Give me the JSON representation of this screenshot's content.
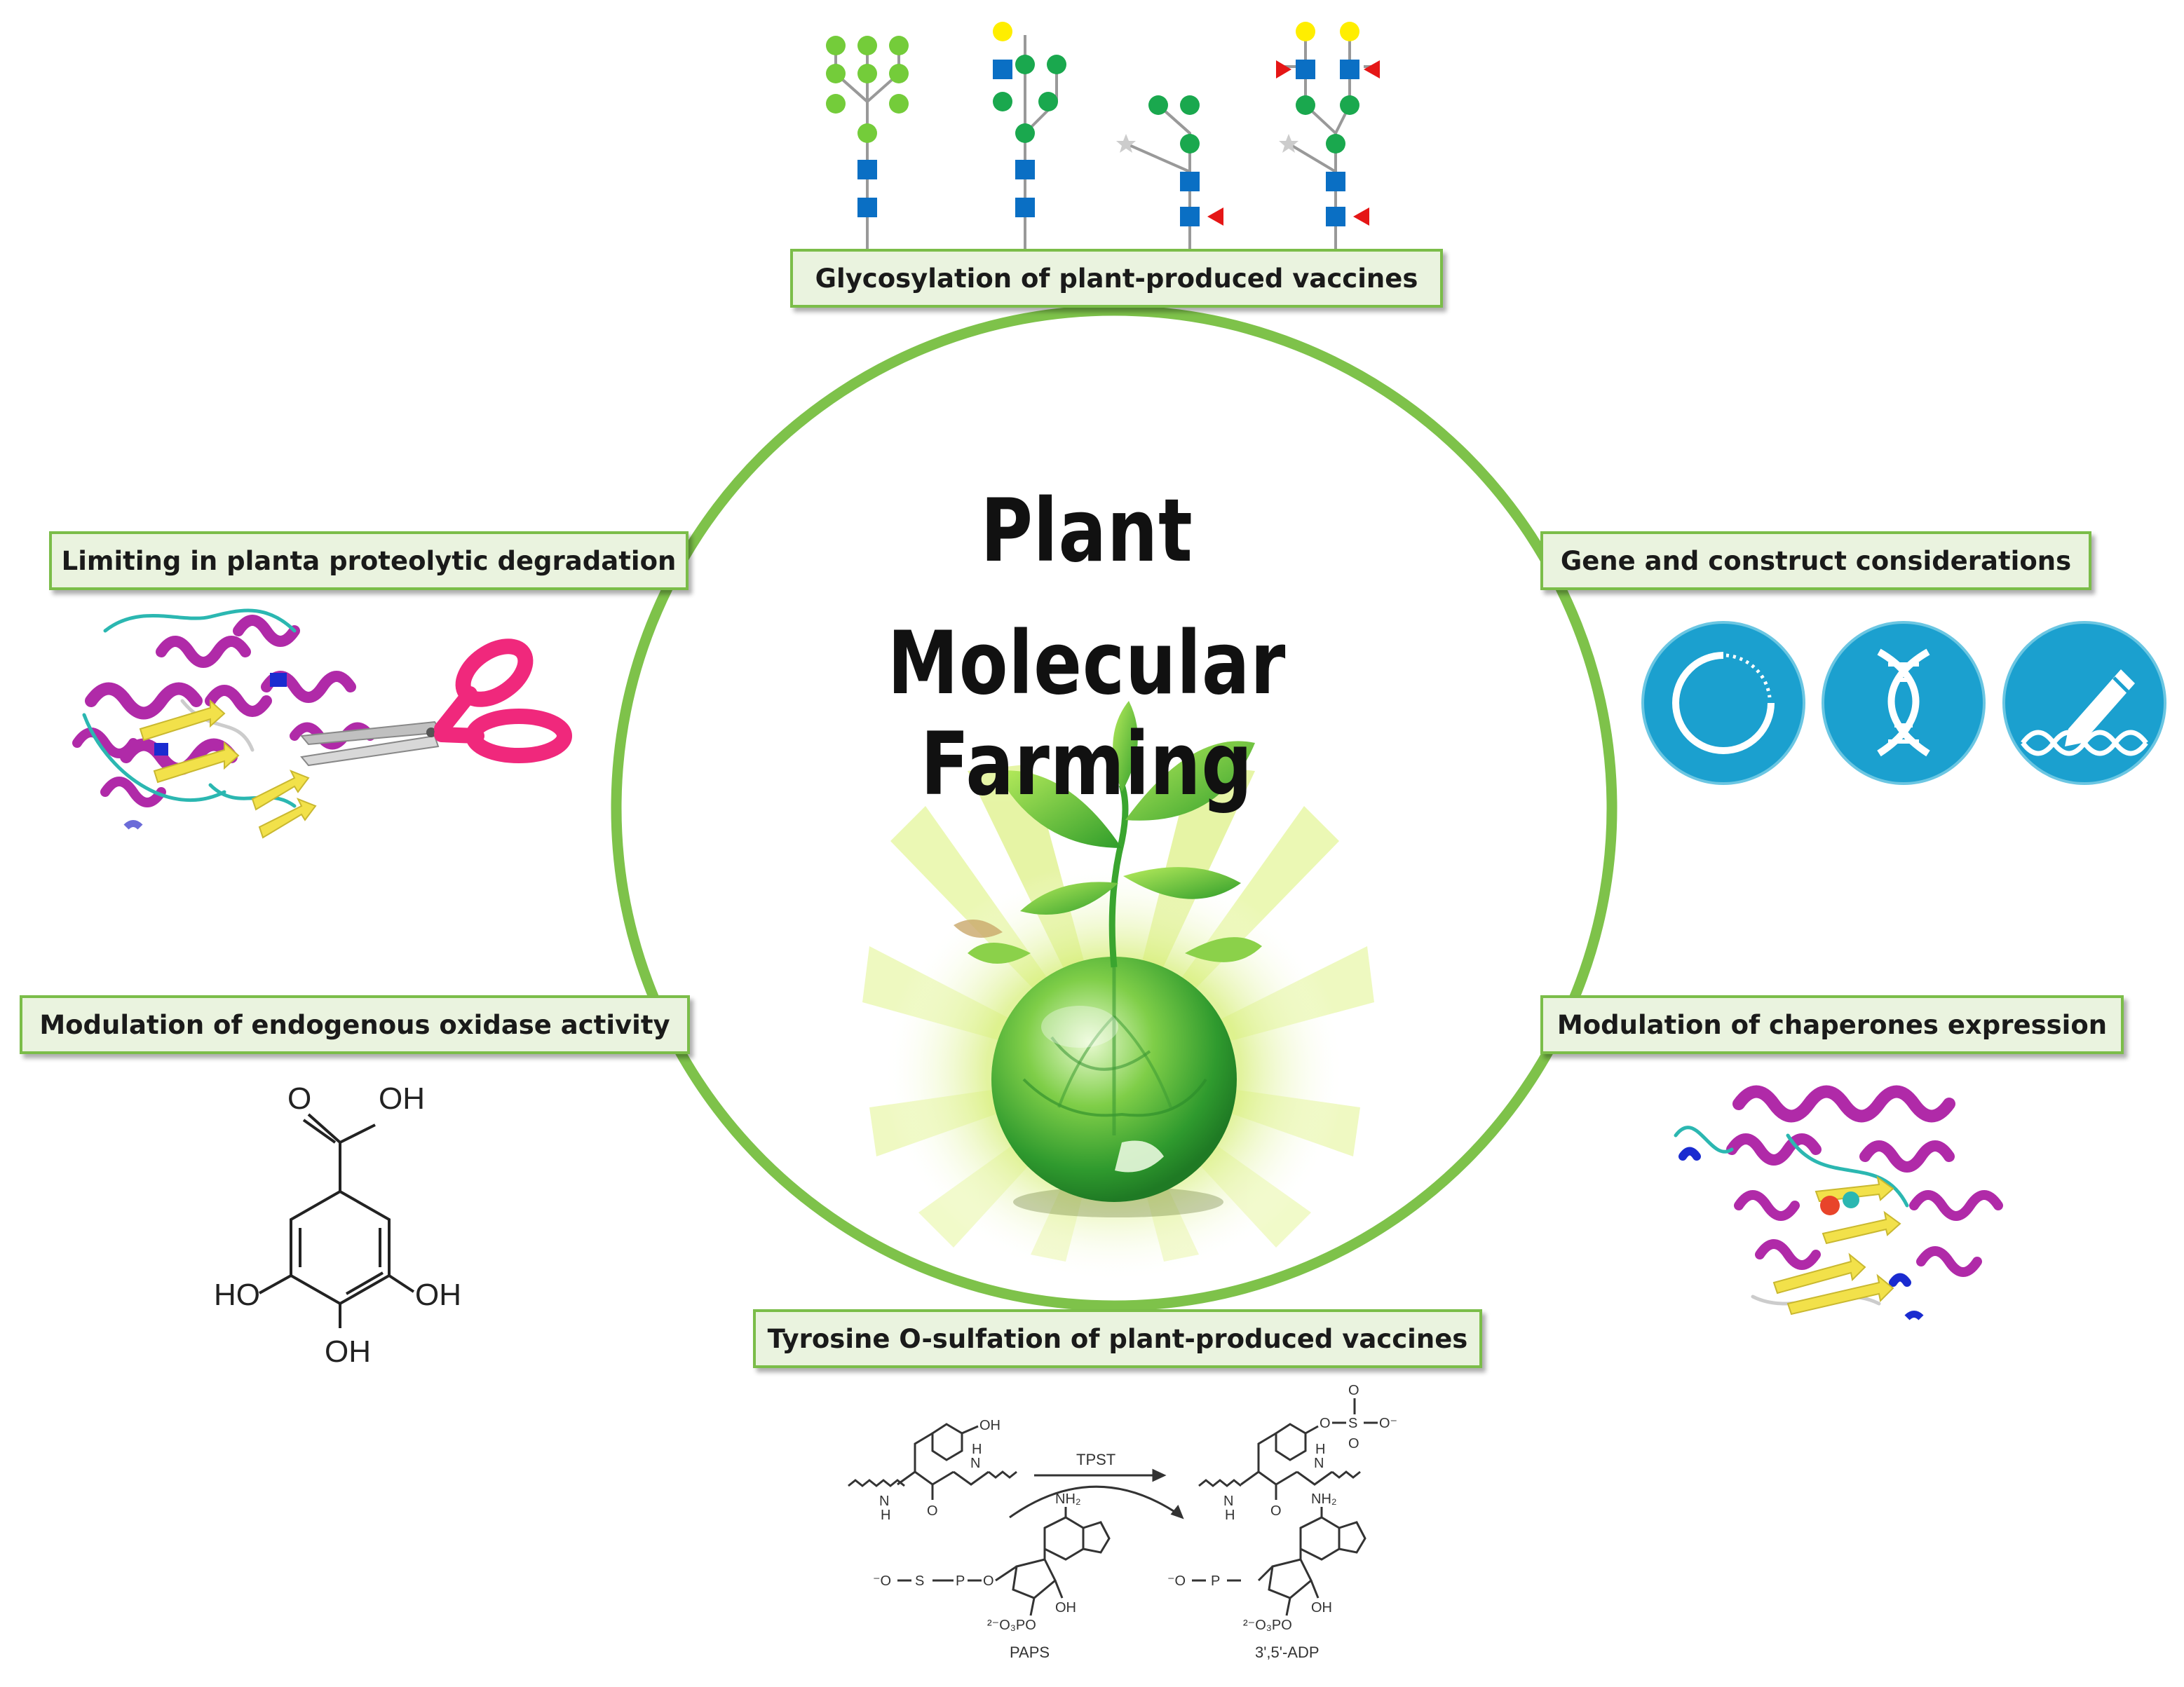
{
  "title": {
    "line1": "Plant",
    "line2": "Molecular Farming"
  },
  "labels": {
    "glycosylation": "Glycosylation of plant-produced vaccines",
    "proteolytic": "Limiting in planta proteolytic degradation",
    "gene": "Gene and construct considerations",
    "oxidase": "Modulation of endogenous oxidase activity",
    "chaperones": "Modulation of chaperones expression",
    "tyrosine": "Tyrosine O-sulfation of plant-produced vaccines"
  },
  "gallic_acid": {
    "cooh": "O",
    "oh_top": "OH",
    "ho_left": "HO",
    "oh_right": "OH",
    "oh_bottom": "OH"
  },
  "reaction": {
    "enzyme": "TPST",
    "tyr_oh": "OH",
    "n_left": "N",
    "h_left": "H",
    "h_right": "H",
    "o_left": "O",
    "n_right": "N",
    "h_right2": "H",
    "o_right": "O",
    "sulfate_o": "O",
    "sulfate_s": "S",
    "sulfate_o1": "O",
    "sulfate_o2": "O",
    "sulfate_ominus": "O⁻",
    "nh2_left": "NH₂",
    "nh2_right": "NH₂",
    "paps_left_o": "⁻O",
    "paps_so3": "S",
    "paps_p": "P",
    "paps_o": "O",
    "paps_oh": "OH",
    "paps_po3": "²⁻O₃PO",
    "adp_po3": "²⁻O₃PO",
    "adp_oh": "OH",
    "adp_left_o": "⁻O",
    "adp_p": "P",
    "paps_label": "PAPS",
    "adp_label": "3',5'-ADP"
  },
  "colors": {
    "ring": "#7ec24a",
    "label_fill": "#eaf3df",
    "label_border": "#7bbd49",
    "icon_blue": "#1ba0cf",
    "glycan_green": "#1aa84e",
    "glycan_light_green": "#74cc3a",
    "glycan_blue": "#0a6fc4",
    "glycan_yellow": "#ffee00",
    "glycan_red": "#e51616",
    "helix_magenta": "#b02aa8",
    "strand_yellow": "#f2e14a",
    "scissors_pink": "#f0287c"
  },
  "icons": [
    "plasmid-icon",
    "dna-helix-icon",
    "gene-edit-pencil-icon"
  ]
}
